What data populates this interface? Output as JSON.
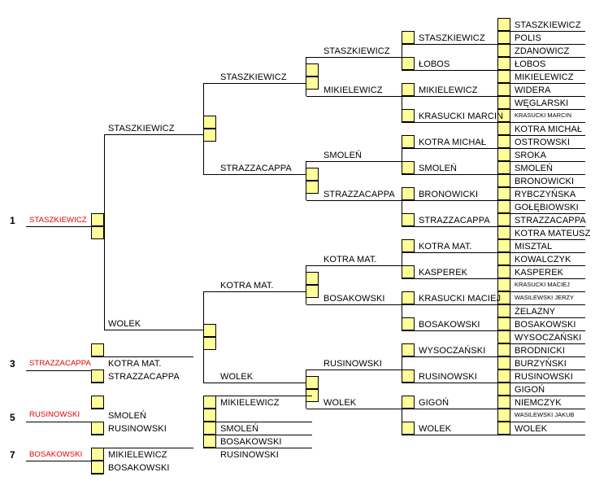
{
  "finals": {
    "winner": "STASZKIEWICZ",
    "semifinal": [
      "STASZKIEWICZ",
      "WOLEK"
    ],
    "quarterfinal_top": [
      "STASZKIEWICZ",
      "STRAZZACAPPA"
    ],
    "quarterfinal_bottom": [
      "KOTRA MAT.",
      "WOLEK"
    ],
    "r16": [
      "STASZKIEWICZ",
      "MIKIELEWICZ",
      "SMOLEŃ",
      "STRAZZACAPPA",
      "KOTRA MAT.",
      "BOSAKOWSKI",
      "RUSINOWSKI",
      "WOLEK"
    ],
    "r32": [
      "STASZKIEWICZ",
      "ŁOBOS",
      "MIKIELEWICZ",
      "KRASUCKI MARCIN",
      "KOTRA MICHAŁ",
      "SMOLEŃ",
      "BRONOWICKI",
      "STRAZZACAPPA",
      "KOTRA MAT.",
      "KASPEREK",
      "KRASUCKI MACIEJ",
      "BOSAKOWSKI",
      "WYSOCZAŃSKI",
      "RUSINOWSKI",
      "GIGOŃ",
      "WOLEK"
    ],
    "r64": [
      "STASZKIEWICZ",
      "POLIS",
      "ZDANOWICZ",
      "ŁOBOS",
      "MIKIELEWICZ",
      "WIDERA",
      "WĘGLARSKI",
      "KRASUCKI MARCIN",
      "KOTRA MICHAŁ",
      "OSTROWSKI",
      "SROKA",
      "SMOLEŃ",
      "BRONOWICKI",
      "RYBCZYŃSKA",
      "GOŁĘBIOWSKI",
      "STRAZZACAPPA",
      "KOTRA MATEUSZ",
      "MISZTAL",
      "KOWALCZYK",
      "KASPEREK",
      "KRASUCKI MACIEJ",
      "WASILEWSKI JERZY",
      "ŻELAZNY",
      "BOSAKOWSKI",
      "WYSOCZAŃSKI",
      "BRODNICKI",
      "BURZYŃSKI",
      "RUSINOWSKI",
      "GIGOŃ",
      "NIEMCZYK",
      "WASILEWSKI JAKUB",
      "WOLEK"
    ]
  },
  "placings": [
    {
      "seed": "1",
      "name": "STASZKIEWICZ"
    },
    {
      "seed": "3",
      "name": "STRAZZACAPPA",
      "match": [
        "KOTRA MAT.",
        "STRAZZACAPPA"
      ]
    },
    {
      "seed": "5",
      "name": "RUSINOWSKI",
      "match": [
        "SMOLEŃ",
        "RUSINOWSKI"
      ],
      "sub": [
        "MIKIELEWICZ",
        "SMOLEŃ",
        "BOSAKOWSKI",
        "RUSINOWSKI"
      ]
    },
    {
      "seed": "7",
      "name": "BOSAKOWSKI",
      "match": [
        "MIKIELEWICZ",
        "BOSAKOWSKI"
      ]
    }
  ],
  "colors": {
    "box": "#ffff99",
    "line": "#000000",
    "placed": "#e00000"
  }
}
